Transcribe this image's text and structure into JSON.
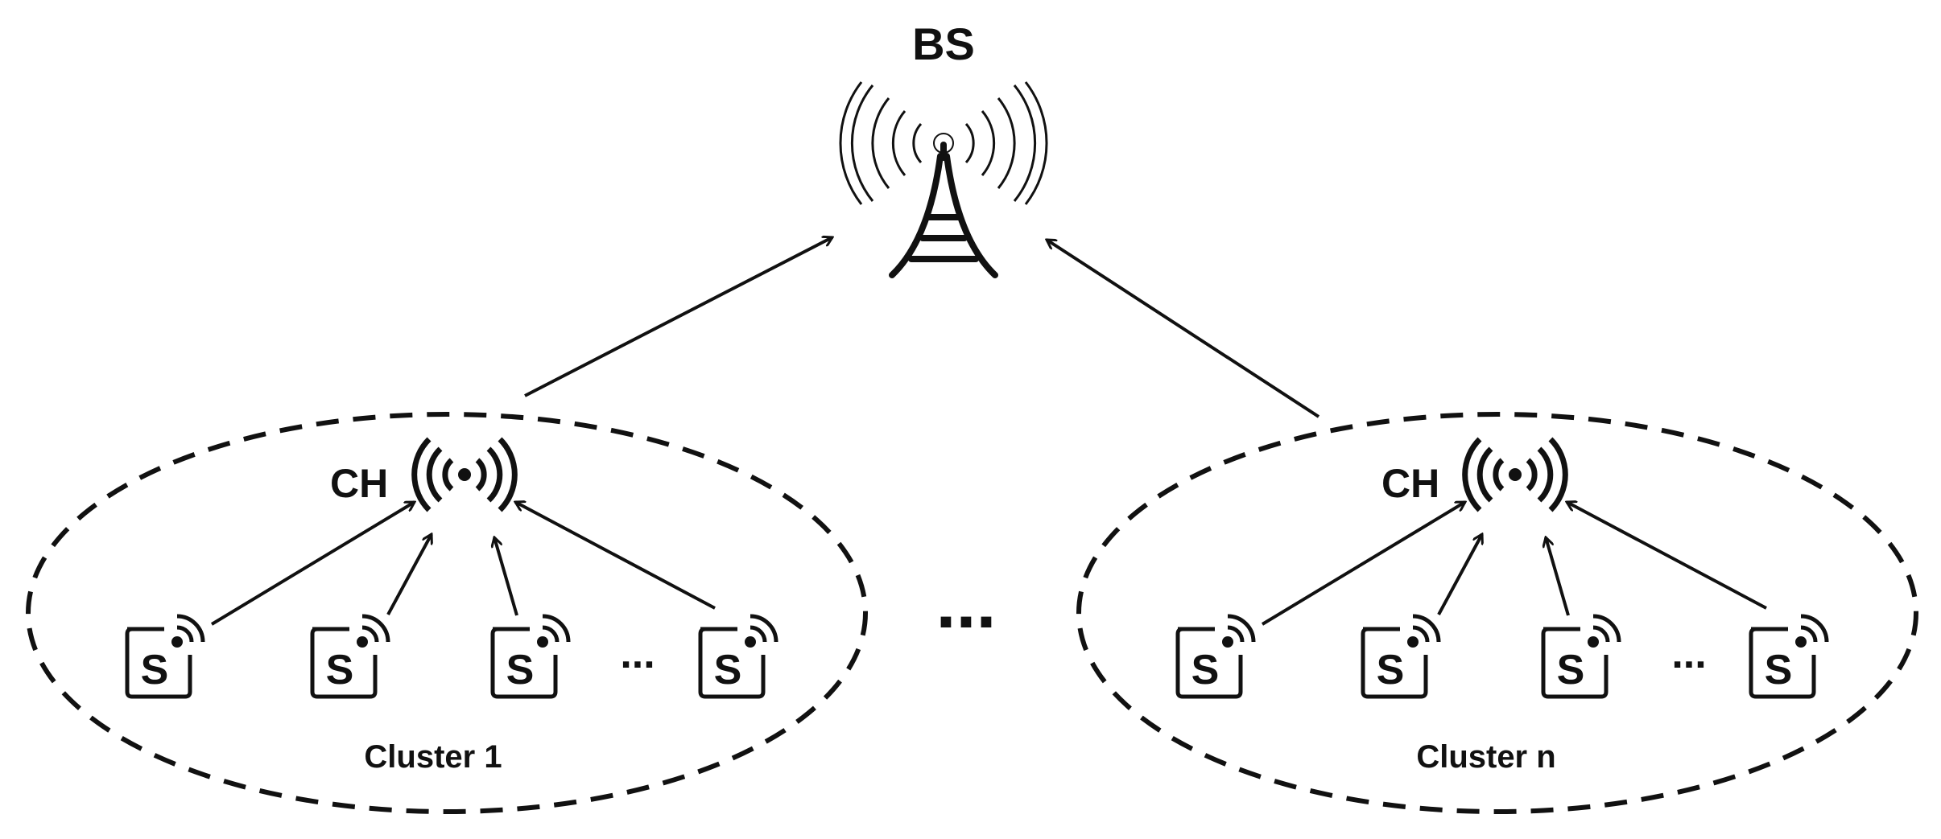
{
  "diagram": {
    "base_station": {
      "label": "BS",
      "icon": "transmission-tower-icon"
    },
    "clusters": [
      {
        "name": "Cluster 1",
        "head_label": "CH",
        "head_icon": "wireless-signal-icon",
        "sensor_label": "S",
        "sensor_icon": "wireless-sensor-icon",
        "ellipsis": "..."
      },
      {
        "name": "Cluster n",
        "head_label": "CH",
        "head_icon": "wireless-signal-icon",
        "sensor_label": "S",
        "sensor_icon": "wireless-sensor-icon",
        "ellipsis": "..."
      }
    ],
    "between_clusters_ellipsis": "...",
    "line_color": "#111111",
    "background_color": "#ffffff"
  }
}
